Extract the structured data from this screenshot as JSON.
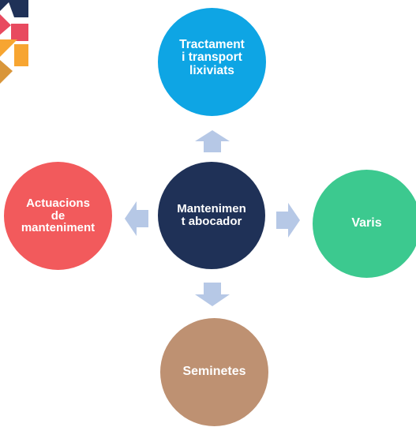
{
  "colors": {
    "center": "#1f3157",
    "top": "#0ea5e4",
    "right": "#3cc98f",
    "bottom": "#be9172",
    "left": "#f25a5c",
    "arrow": "#b6c8e6"
  },
  "diagram": {
    "center": {
      "label": "Mantenimen\nt abocador"
    },
    "top": {
      "label": "Tractament\ni transport\nlixiviats"
    },
    "right": {
      "label": "Varis"
    },
    "bottom": {
      "label": "Seminetes"
    },
    "left": {
      "label": "Actuacions\nde\nmanteniment"
    }
  },
  "logo": {
    "icon": "brand-logo-fragment"
  }
}
